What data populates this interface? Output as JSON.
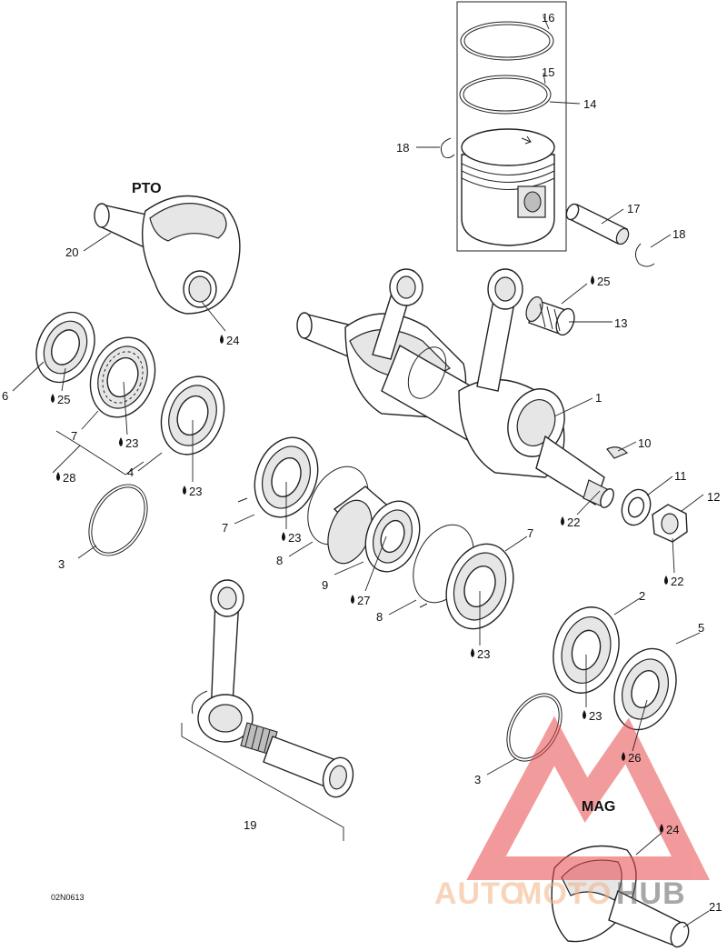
{
  "labels": {
    "pto": "PTO",
    "mag": "MAG",
    "code": "02N0613"
  },
  "callouts": {
    "c1": "1",
    "c2": "2",
    "c3a": "3",
    "c3b": "3",
    "c4": "4",
    "c5": "5",
    "c6": "6",
    "c7a": "7",
    "c7b": "7",
    "c7c": "7",
    "c8a": "8",
    "c8b": "8",
    "c9": "9",
    "c10": "10",
    "c11": "11",
    "c12": "12",
    "c13": "13",
    "c14": "14",
    "c15": "15",
    "c16": "16",
    "c17": "17",
    "c18a": "18",
    "c18b": "18",
    "c19": "19",
    "c20": "20",
    "c21": "21"
  },
  "lubricants": {
    "l22a": "22",
    "l22b": "22",
    "l23a": "23",
    "l23b": "23",
    "l23c": "23",
    "l23d": "23",
    "l23e": "23",
    "l24a": "24",
    "l24b": "24",
    "l25a": "25",
    "l25b": "25",
    "l26": "26",
    "l27": "27",
    "l28": "28"
  },
  "watermark": {
    "text_part1": "AUTO",
    "text_part2": "MOTO",
    "text_part3": "HUB",
    "color_primary": "#e8484a",
    "color_secondary": "#f4b183",
    "color_dark": "#606060"
  }
}
